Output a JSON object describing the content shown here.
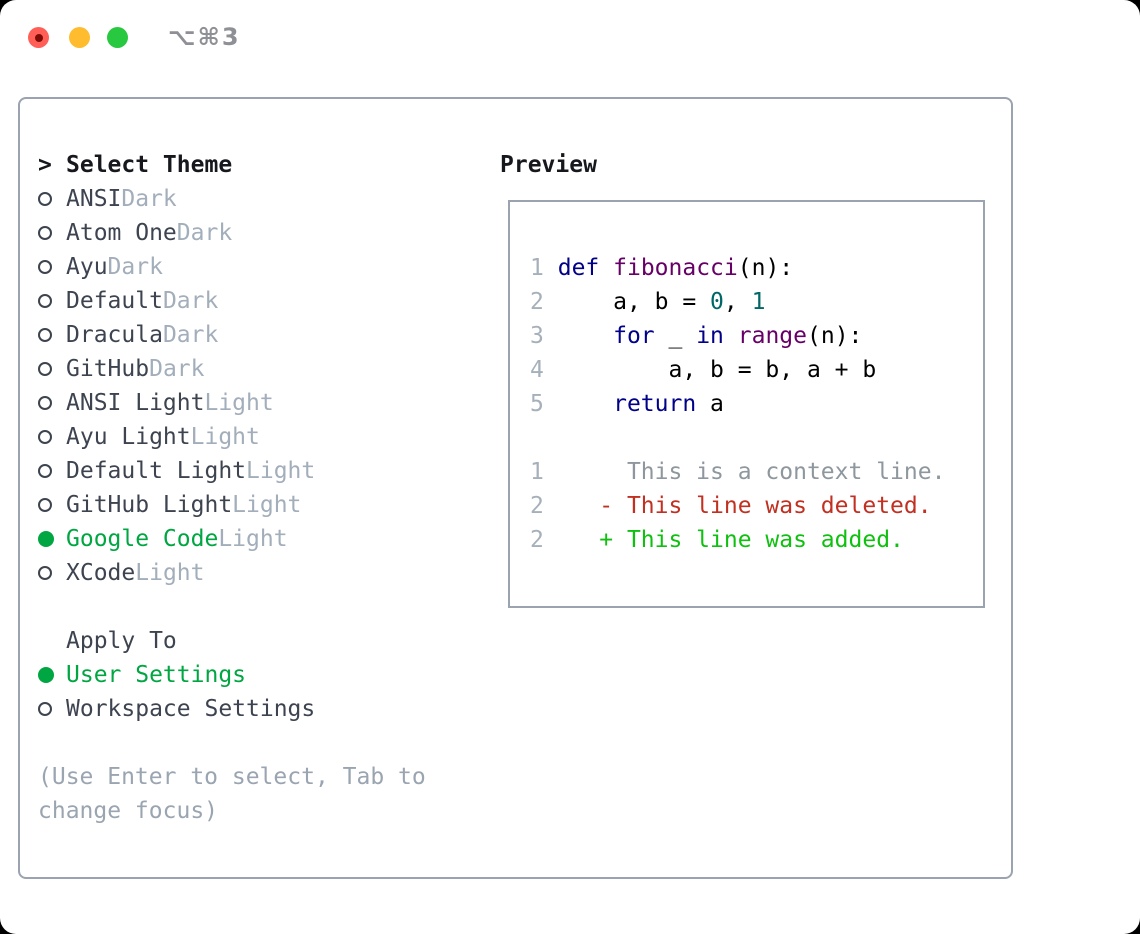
{
  "window": {
    "title": "⌥⌘3",
    "traffic_lights": [
      {
        "name": "close",
        "color": "#ff5f57"
      },
      {
        "name": "minimize",
        "color": "#febc2e"
      },
      {
        "name": "zoom",
        "color": "#28c840"
      }
    ]
  },
  "colors": {
    "selection_green": "#00a642",
    "border_gray": "#9aa3af",
    "variant_gray": "#a3aebb",
    "hint_gray": "#9aa5b1",
    "keyword": "#000088",
    "name": "#660066",
    "literal": "#006666",
    "diff_added": "#10c010",
    "diff_deleted": "#c13020",
    "diff_context": "#8e979e"
  },
  "theme_picker": {
    "caret": ">",
    "title": "Select Theme",
    "themes": [
      {
        "name": "ANSI",
        "variant": "Dark",
        "selected": false
      },
      {
        "name": "Atom One",
        "variant": "Dark",
        "selected": false
      },
      {
        "name": "Ayu",
        "variant": "Dark",
        "selected": false
      },
      {
        "name": "Default",
        "variant": "Dark",
        "selected": false
      },
      {
        "name": "Dracula",
        "variant": "Dark",
        "selected": false
      },
      {
        "name": "GitHub",
        "variant": "Dark",
        "selected": false
      },
      {
        "name": "ANSI Light",
        "variant": "Light",
        "selected": false
      },
      {
        "name": "Ayu Light",
        "variant": "Light",
        "selected": false
      },
      {
        "name": "Default Light",
        "variant": "Light",
        "selected": false
      },
      {
        "name": "GitHub Light",
        "variant": "Light",
        "selected": false
      },
      {
        "name": "Google Code",
        "variant": "Light",
        "selected": true
      },
      {
        "name": "XCode",
        "variant": "Light",
        "selected": false
      }
    ],
    "apply_to": {
      "title": "Apply To",
      "options": [
        {
          "label": "User Settings",
          "selected": true
        },
        {
          "label": "Workspace Settings",
          "selected": false
        }
      ]
    },
    "hint": "(Use Enter to select, Tab to change focus)"
  },
  "preview": {
    "title": "Preview",
    "code_lines": [
      {
        "num": "1",
        "tokens": [
          [
            "def",
            "keyword"
          ],
          [
            " ",
            "plain"
          ],
          [
            "fibonacci",
            "name"
          ],
          [
            "(n):",
            "plain"
          ]
        ]
      },
      {
        "num": "2",
        "tokens": [
          [
            "    a, b = ",
            "plain"
          ],
          [
            "0",
            "literal"
          ],
          [
            ", ",
            "plain"
          ],
          [
            "1",
            "literal"
          ]
        ]
      },
      {
        "num": "3",
        "tokens": [
          [
            "    ",
            "plain"
          ],
          [
            "for",
            "keyword"
          ],
          [
            " _ ",
            "plain"
          ],
          [
            "in",
            "keyword"
          ],
          [
            " ",
            "plain"
          ],
          [
            "range",
            "name"
          ],
          [
            "(n):",
            "plain"
          ]
        ]
      },
      {
        "num": "4",
        "tokens": [
          [
            "        a, b = b, a + b",
            "plain"
          ]
        ]
      },
      {
        "num": "5",
        "tokens": [
          [
            "    ",
            "plain"
          ],
          [
            "return",
            "keyword"
          ],
          [
            " a",
            "plain"
          ]
        ]
      }
    ],
    "diff_lines": [
      {
        "num": "1",
        "prefix": "  ",
        "text": "This is a context line.",
        "type": "context"
      },
      {
        "num": "2",
        "prefix": "- ",
        "text": "This line was deleted.",
        "type": "deleted"
      },
      {
        "num": "2",
        "prefix": "+ ",
        "text": "This line was added.",
        "type": "added"
      }
    ]
  }
}
